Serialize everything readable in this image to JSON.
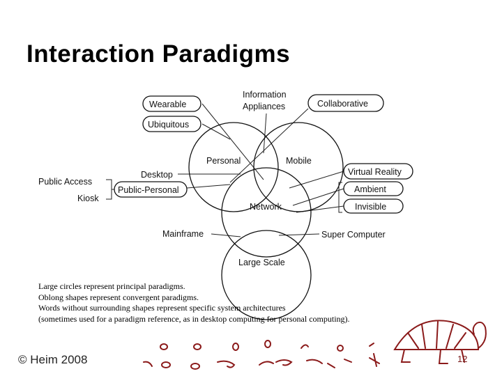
{
  "title": "Interaction Paradigms",
  "diagram": {
    "circles": {
      "personal": "Personal",
      "mobile": "Mobile",
      "network": "Network",
      "large_scale": "Large Scale"
    },
    "oblongs": {
      "wearable": "Wearable",
      "ubiquitous": "Ubiquitous",
      "collaborative": "Collaborative",
      "public_personal": "Public-Personal",
      "virtual_reality": "Virtual Reality",
      "ambient": "Ambient",
      "invisible": "Invisible"
    },
    "architectures": {
      "info_line1": "Information",
      "info_line2": "Appliances",
      "desktop": "Desktop",
      "public_access": "Public Access",
      "kiosk": "Kiosk",
      "mainframe": "Mainframe",
      "super_computer": "Super Computer"
    }
  },
  "caption": [
    "Large circles represent principal paradigms.",
    "Oblong shapes represent convergent paradigms.",
    "Words without surrounding shapes represent specific system architectures",
    "(sometimes used for a paradigm reference, as in desktop computing for personal computing)."
  ],
  "footer": "© Heim 2008",
  "page_number": "12",
  "colors": {
    "doodle": "#8b1a1a",
    "text": "#000000"
  }
}
